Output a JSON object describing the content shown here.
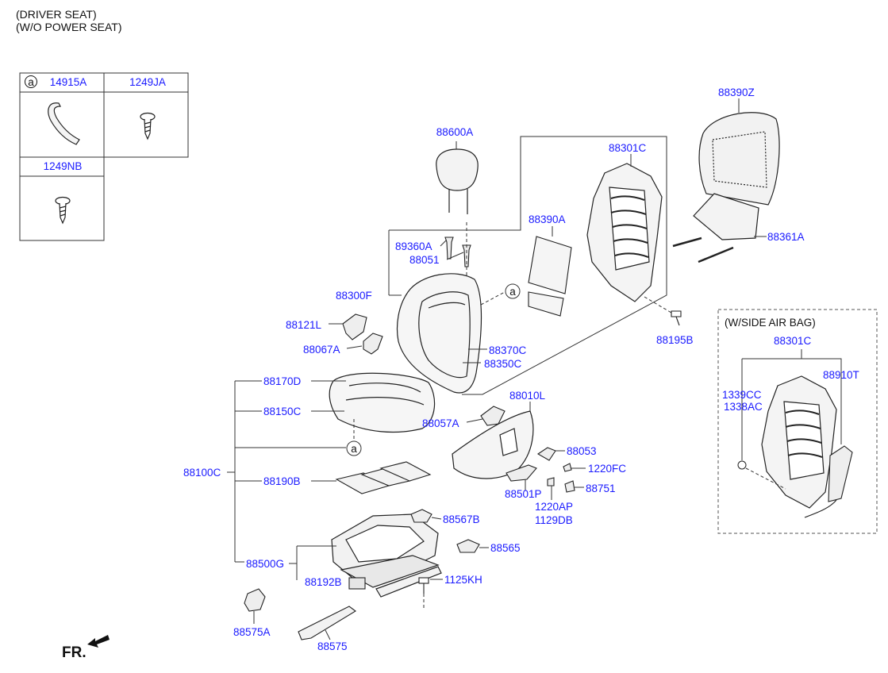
{
  "header": {
    "line1": "(DRIVER SEAT)",
    "line2": "(W/O POWER SEAT)"
  },
  "legend": {
    "marker": "a",
    "cells": [
      "14915A",
      "1249JA",
      "1249NB"
    ]
  },
  "side_airbag": {
    "title": "(W/SIDE AIR BAG)",
    "frame": "88301C",
    "module": "88910T",
    "nut": "1339CC",
    "bolt": "1338AC"
  },
  "parts": {
    "p88390Z": "88390Z",
    "p88600A": "88600A",
    "p88301C": "88301C",
    "p88390A": "88390A",
    "p88361A": "88361A",
    "p89360A": "89360A",
    "p88051": "88051",
    "p88300F": "88300F",
    "p88121L": "88121L",
    "p88067A": "88067A",
    "p88370C": "88370C",
    "p88350C": "88350C",
    "p88195B": "88195B",
    "p88170D": "88170D",
    "p88150C": "88150C",
    "p88010L": "88010L",
    "p88057A": "88057A",
    "p88053": "88053",
    "p1220FC": "1220FC",
    "p88100C": "88100C",
    "p88190B": "88190B",
    "p88501P": "88501P",
    "p88751": "88751",
    "p1220AP": "1220AP",
    "p1129DB": "1129DB",
    "p88567B": "88567B",
    "p88565": "88565",
    "p88500G": "88500G",
    "p88192B": "88192B",
    "p1125KH": "1125KH",
    "p88575A": "88575A",
    "p88575": "88575"
  },
  "callouts": {
    "a": "a"
  },
  "footer": {
    "fr": "FR."
  }
}
